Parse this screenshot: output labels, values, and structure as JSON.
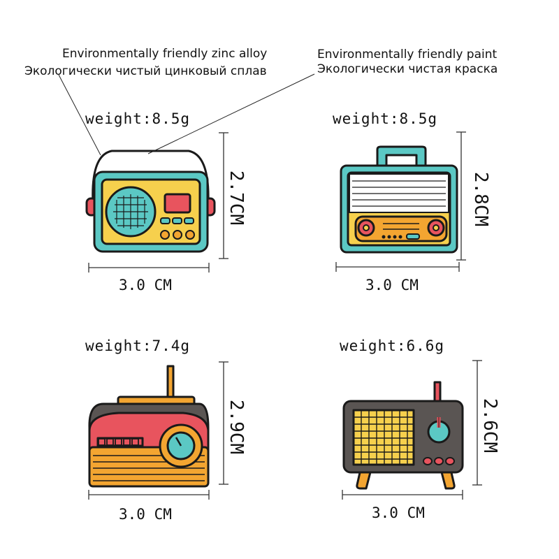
{
  "callouts": {
    "zinc_en": "Environmentally friendly zinc alloy",
    "zinc_ru": "Экологически чистый цинковый сплав",
    "paint_en": "Environmentally friendly paint",
    "paint_ru": "Экологически чистая краска"
  },
  "pins": [
    {
      "weight": "weight:8.5g",
      "height": "2.7CM",
      "width": "3.0 CM",
      "icon": "retro-radio-handle-icon"
    },
    {
      "weight": "weight:8.5g",
      "height": "2.8CM",
      "width": "3.0 CM",
      "icon": "retro-radio-suitcase-icon"
    },
    {
      "weight": "weight:7.4g",
      "height": "2.9CM",
      "width": "3.0 CM",
      "icon": "retro-radio-antenna-icon"
    },
    {
      "weight": "weight:6.6g",
      "height": "2.6CM",
      "width": "3.0 CM",
      "icon": "retro-tv-radio-icon"
    }
  ],
  "colors": {
    "outline": "#1a1a1a",
    "teal": "#5bc8c4",
    "yellow": "#f6d04d",
    "red": "#e8545e",
    "orange": "#f3a531",
    "grey": "#5a5553"
  }
}
